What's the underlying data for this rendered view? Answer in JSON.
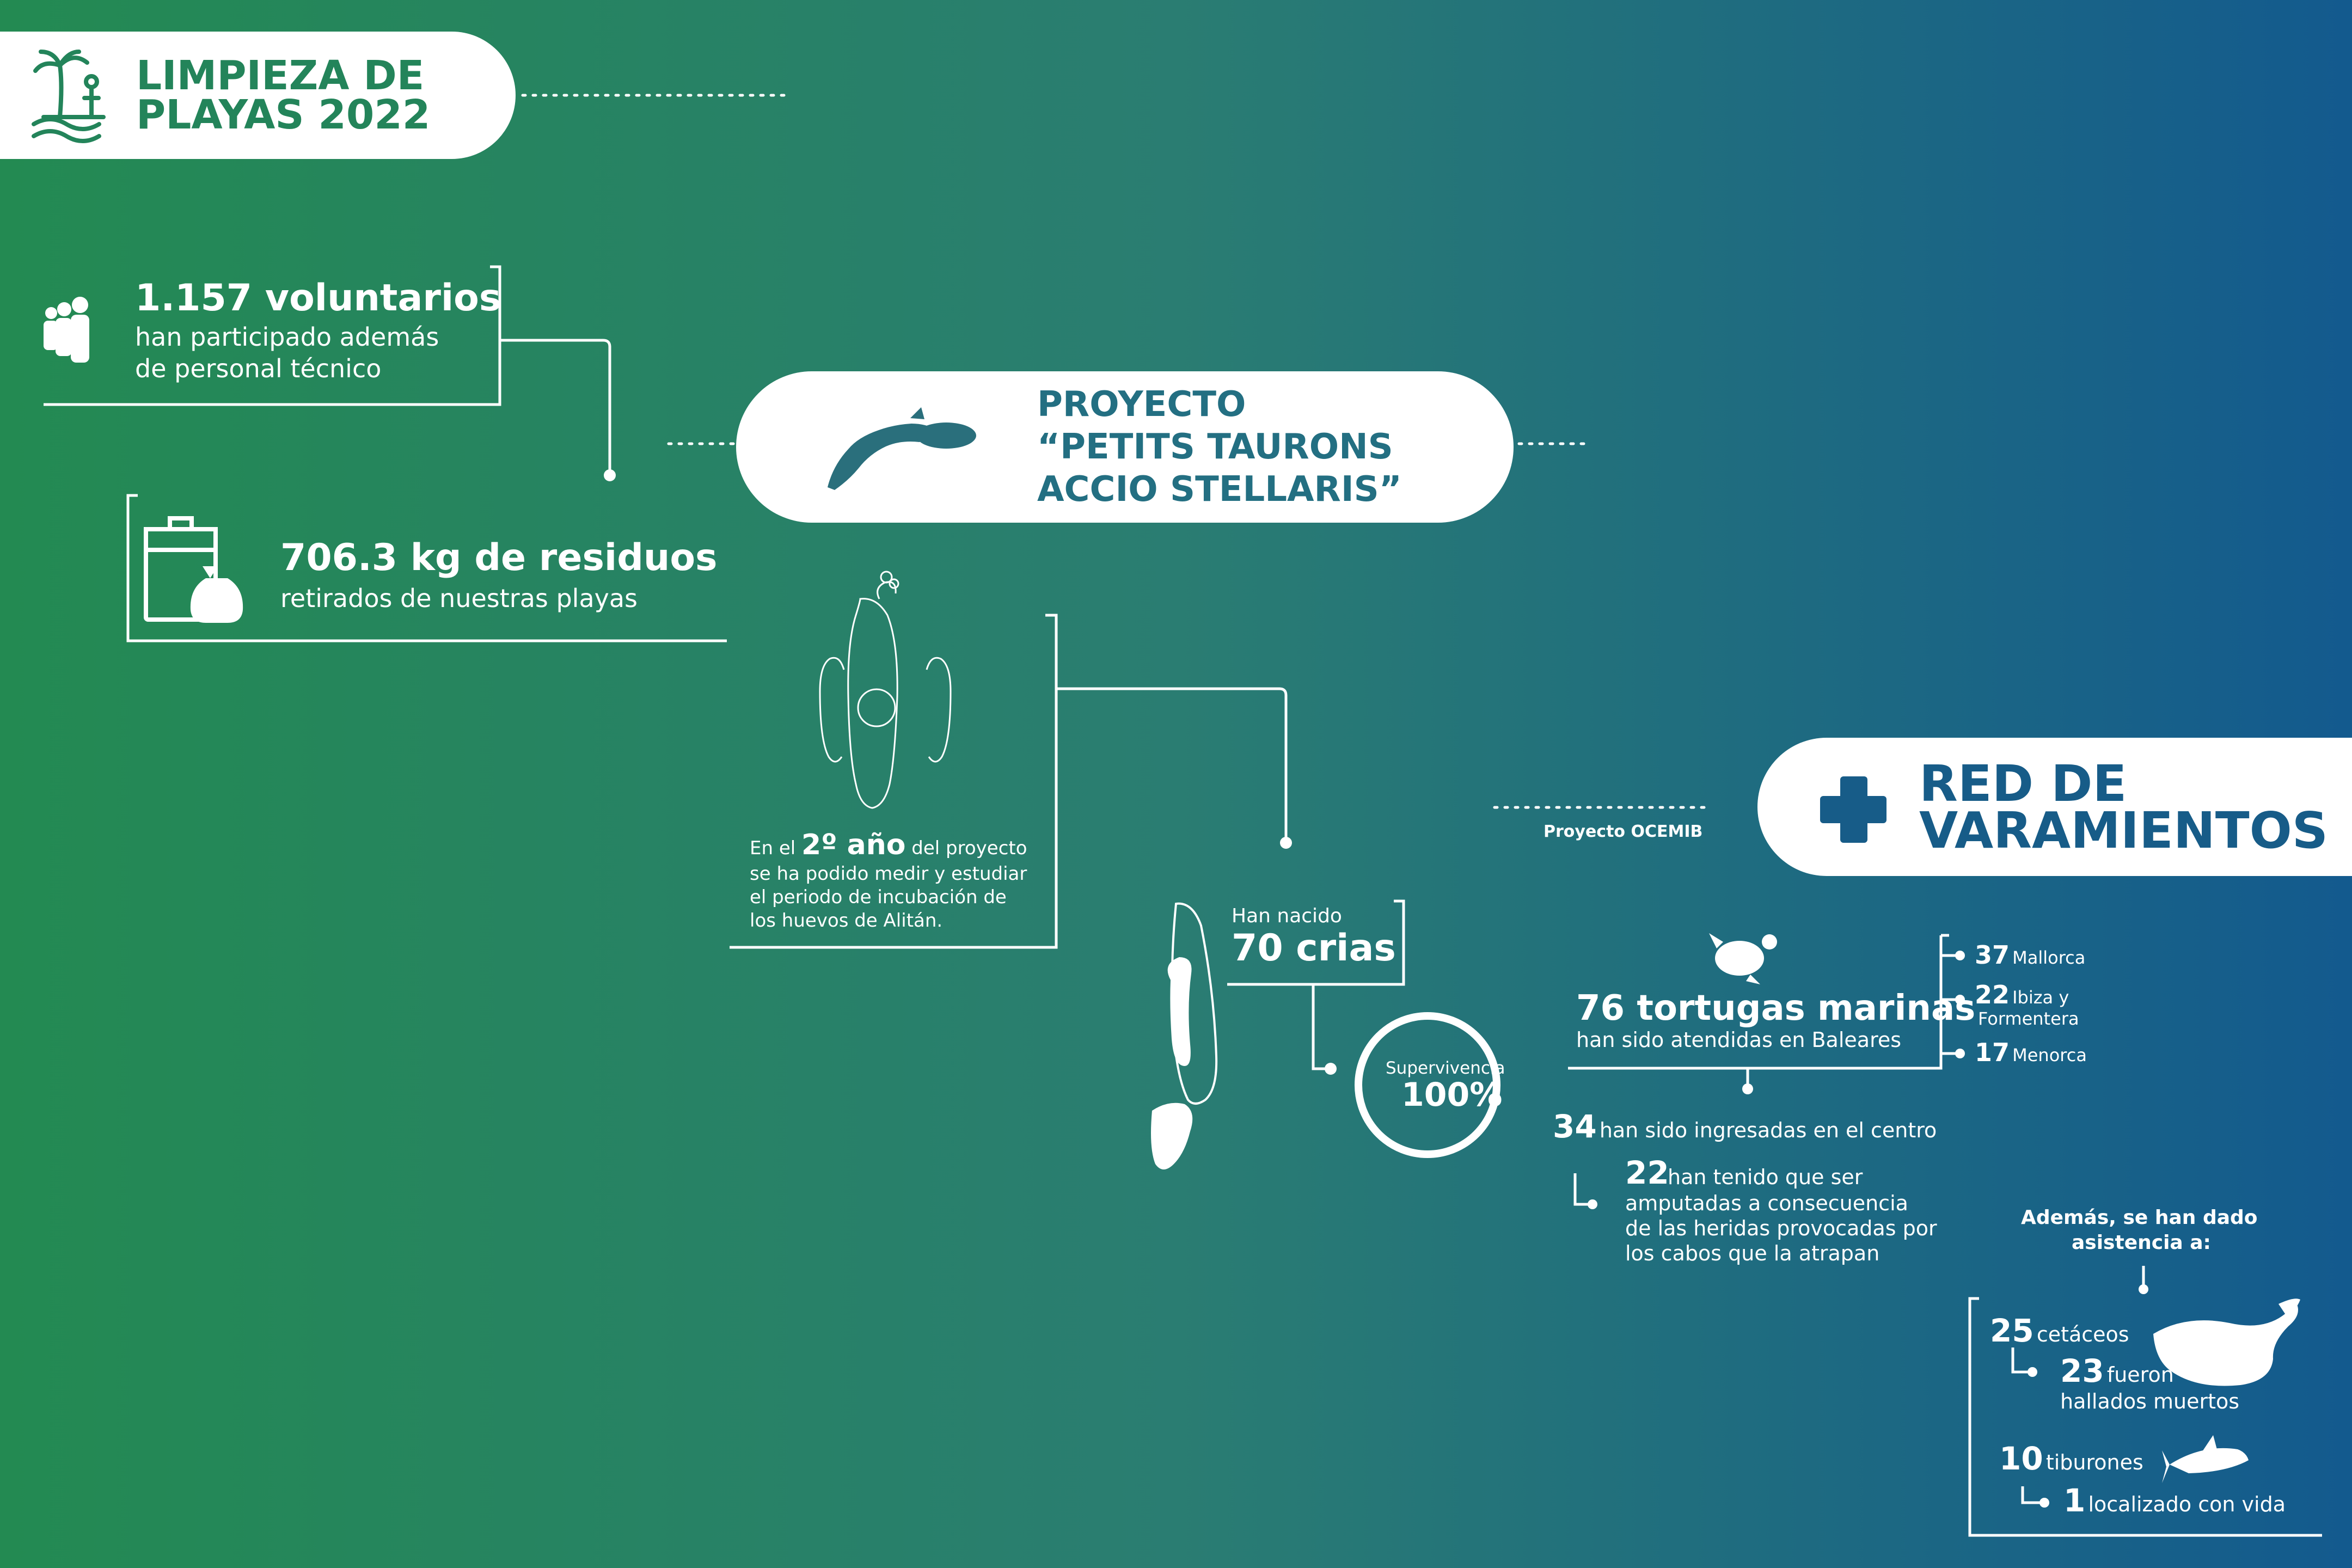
{
  "header": {
    "title_line1": "LIMPIEZA DE",
    "title_line2": "PLAYAS 2022",
    "icon": "palm-island-icon"
  },
  "volunteers": {
    "number": "1.157 voluntarios",
    "line1": "han participado además",
    "line2": "de personal técnico",
    "icon": "people-icon"
  },
  "waste": {
    "number": "706.3 kg de residuos",
    "line1": "retirados de nuestras playas",
    "icon": "trash-bag-icon"
  },
  "project": {
    "line1": "PROYECTO",
    "line2": "“PETITS TAURONS",
    "line3": "ACCIO STELLARIS”",
    "icon": "shark-icon"
  },
  "incubation": {
    "prefix": "En el",
    "highlight": "2º año",
    "suffix": "del proyecto",
    "line2": "se ha podido medir y estudiar",
    "line3": "el periodo de incubación de",
    "line4": "los huevos de Alitán."
  },
  "births": {
    "label": "Han nacido",
    "value": "70 crias"
  },
  "survival": {
    "label": "Supervivencia",
    "value": "100%",
    "percent": 100
  },
  "stranding": {
    "title_line1": "RED DE",
    "title_line2": "VARAMIENTOS",
    "project_label": "Proyecto OCEMIB",
    "icon": "medical-cross-icon"
  },
  "turtles": {
    "number": "76 tortugas marinas",
    "line1": "han sido atendidas en Baleares",
    "icon": "turtle-icon",
    "islands": [
      {
        "value": "37",
        "label": "Mallorca",
        "label2": ""
      },
      {
        "value": "22",
        "label": "Ibiza y",
        "label2": "Formentera"
      },
      {
        "value": "17",
        "label": "Menorca",
        "label2": ""
      }
    ],
    "admitted_value": "34",
    "admitted_text": "han sido ingresadas en el centro",
    "amputated_value": "22",
    "amputated_line1": "han tenido que ser",
    "amputated_line2": "amputadas a consecuencia",
    "amputated_line3": "de las heridas provocadas por",
    "amputated_line4": "los cabos que la atrapan"
  },
  "assistance": {
    "title_line1": "Además, se han dado",
    "title_line2": "asistencia a:",
    "cetaceans_value": "25",
    "cetaceans_label": "cetáceos",
    "dead_value": "23",
    "dead_line1": "fueron",
    "dead_line2": "hallados muertos",
    "sharks_value": "10",
    "sharks_label": "tiburones",
    "alive_value": "1",
    "alive_label": "localizado con vida",
    "icons": [
      "whale-icon",
      "shark-small-icon"
    ]
  }
}
